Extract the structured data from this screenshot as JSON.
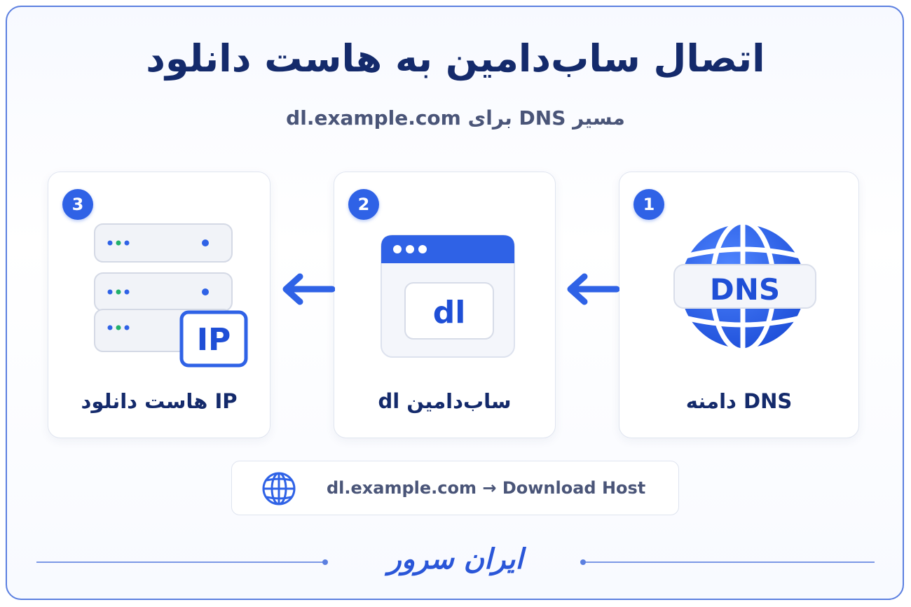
{
  "title": "اتصال ساب‌دامین به هاست دانلود",
  "subtitle": "مسیر DNS برای dl.example.com",
  "steps": [
    {
      "number": "1",
      "label": "DNS دامنه",
      "icon_text": "DNS",
      "icon": "globe-icon"
    },
    {
      "number": "2",
      "label": "ساب‌دامین dl",
      "icon_text": "dl",
      "icon": "browser-window-icon"
    },
    {
      "number": "3",
      "label": "IP هاست دانلود",
      "icon_text": "IP",
      "icon": "server-icon"
    }
  ],
  "route": {
    "text": "dl.example.com → Download Host",
    "icon": "globe-icon"
  },
  "brand": "ایران سرور",
  "colors": {
    "accent": "#2f62e6",
    "title": "#142a6b",
    "muted": "#4a5578",
    "border": "#5b7fe0"
  }
}
